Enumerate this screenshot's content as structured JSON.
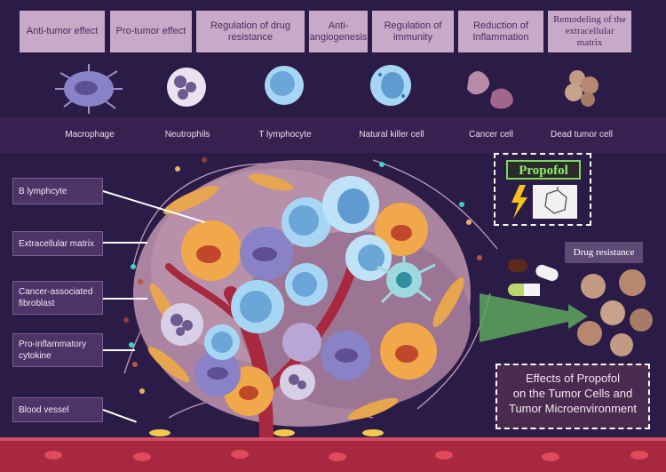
{
  "effects": [
    {
      "label": "Anti-tumor effect"
    },
    {
      "label": "Pro-tumor effect"
    },
    {
      "label": "Regulation of drug resistance"
    },
    {
      "label": "Anti-angiogenesis"
    },
    {
      "label": "Regulation of immunity"
    },
    {
      "label": "Reduction of Inflammation"
    },
    {
      "label": "Remodeling of the extracellular matrix"
    }
  ],
  "cells": [
    {
      "label": "Macrophage"
    },
    {
      "label": "Neutrophils"
    },
    {
      "label": "T lymphocyte"
    },
    {
      "label": "Natural killer cell"
    },
    {
      "label": "Cancer cell"
    },
    {
      "label": "Dead tumor cell"
    }
  ],
  "components": [
    {
      "label": "B lymphcyte"
    },
    {
      "label": "Extracellular matrix"
    },
    {
      "label": "Cancer-associated fibroblast"
    },
    {
      "label": "Pro-inflammatory cytokine"
    },
    {
      "label": "Blood vessel"
    }
  ],
  "drug": {
    "name": "Propofol"
  },
  "drug_resistance": {
    "label": "Drug resistance"
  },
  "summary": {
    "line1": "Effects of Propofol",
    "line2": "on the Tumor Cells and",
    "line3": "Tumor Microenvironment"
  },
  "colors": {
    "background": "#2b1b47",
    "effect_box": "#c7a9c8",
    "macrophage": "#8a82c6",
    "t_cell": "#8fc3ea",
    "b_cell": "#f1a84a",
    "fibroblast": "#e8a54f",
    "vessel": "#a8283f",
    "propofol_green": "#8ef06a"
  }
}
